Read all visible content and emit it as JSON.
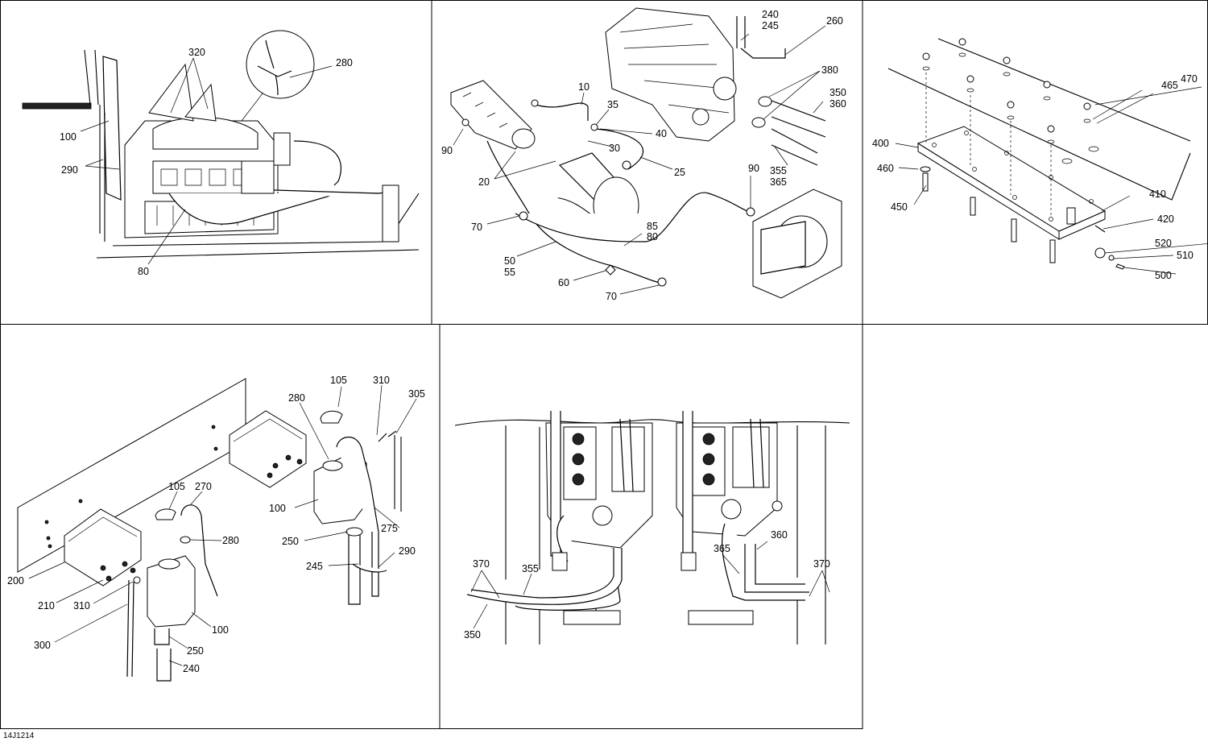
{
  "figure_ref": "14J1214",
  "panels": [
    {
      "id": "panel-top-left",
      "labels": [
        "320",
        "280",
        "100",
        "290",
        "80"
      ]
    },
    {
      "id": "panel-top-middle",
      "labels": [
        "240",
        "245",
        "260",
        "380",
        "350",
        "360",
        "355",
        "365",
        "10",
        "35",
        "40",
        "30",
        "25",
        "90",
        "20",
        "90",
        "70",
        "85",
        "80",
        "50",
        "55",
        "60",
        "70"
      ]
    },
    {
      "id": "panel-top-right",
      "labels": [
        "470",
        "465",
        "400",
        "460",
        "410",
        "420",
        "450",
        "520",
        "510",
        "500"
      ]
    },
    {
      "id": "panel-bottom-left",
      "labels": [
        "105",
        "310",
        "305",
        "280",
        "100",
        "250",
        "275",
        "245",
        "290",
        "105",
        "270",
        "280",
        "200",
        "210",
        "310",
        "100",
        "300",
        "250",
        "240"
      ]
    },
    {
      "id": "panel-bottom-middle",
      "labels": [
        "370",
        "355",
        "350",
        "360",
        "365",
        "370"
      ]
    }
  ]
}
